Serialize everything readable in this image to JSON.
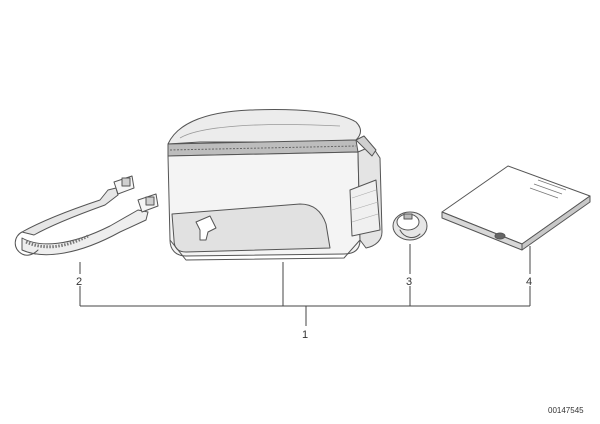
{
  "diagram": {
    "doc_number": "00147545",
    "callouts": [
      {
        "id": "1",
        "label": "1"
      },
      {
        "id": "2",
        "label": "2"
      },
      {
        "id": "3",
        "label": "3"
      },
      {
        "id": "4",
        "label": "4"
      }
    ],
    "parts": [
      {
        "callout": "1",
        "icon": "tank-bag-icon"
      },
      {
        "callout": "2",
        "icon": "strap-icon"
      },
      {
        "callout": "3",
        "icon": "lock-clip-icon"
      },
      {
        "callout": "4",
        "icon": "manual-icon"
      }
    ],
    "colors": {
      "line": "#444444",
      "shade": "#d9d9d9",
      "dark": "#9a9a9a"
    }
  }
}
